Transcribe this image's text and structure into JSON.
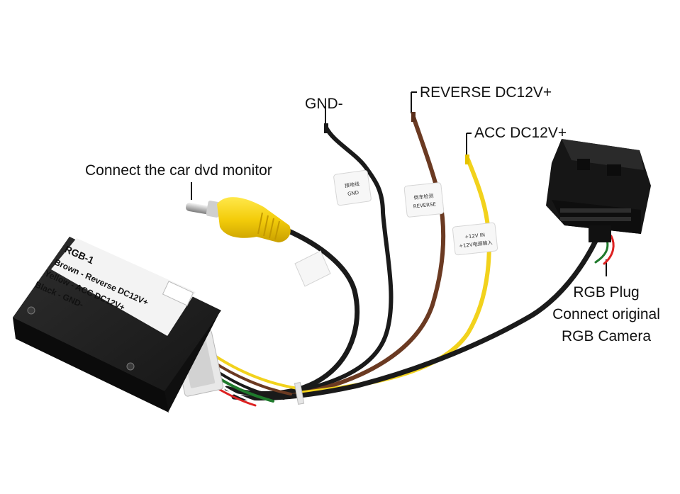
{
  "callouts": {
    "gnd": "GND-",
    "reverse": "REVERSE DC12V+",
    "acc": "ACC DC12V+",
    "monitor": "Connect the car dvd monitor",
    "rgb_plug": [
      "RGB Plug",
      "Connect original",
      "RGB Camera"
    ]
  },
  "module_label": {
    "title": "RGB-1",
    "lines": [
      "Brown - Reverse DC12V+",
      "Yellow - ACC DC12V+",
      "Black - GND-"
    ]
  },
  "wire_tags": {
    "gnd": [
      "接地线",
      "GND"
    ],
    "reverse": [
      "倒车检测",
      "REVERSE"
    ],
    "acc": [
      "+12V IN",
      "+12V电源输入"
    ]
  },
  "colors": {
    "module_body": "#1e1e1e",
    "wire_black": "#1a1a1a",
    "wire_brown": "#6b3a22",
    "wire_yellow": "#f2d21c",
    "rca_yellow": "#f6d50f",
    "connector_black": "#141414"
  }
}
